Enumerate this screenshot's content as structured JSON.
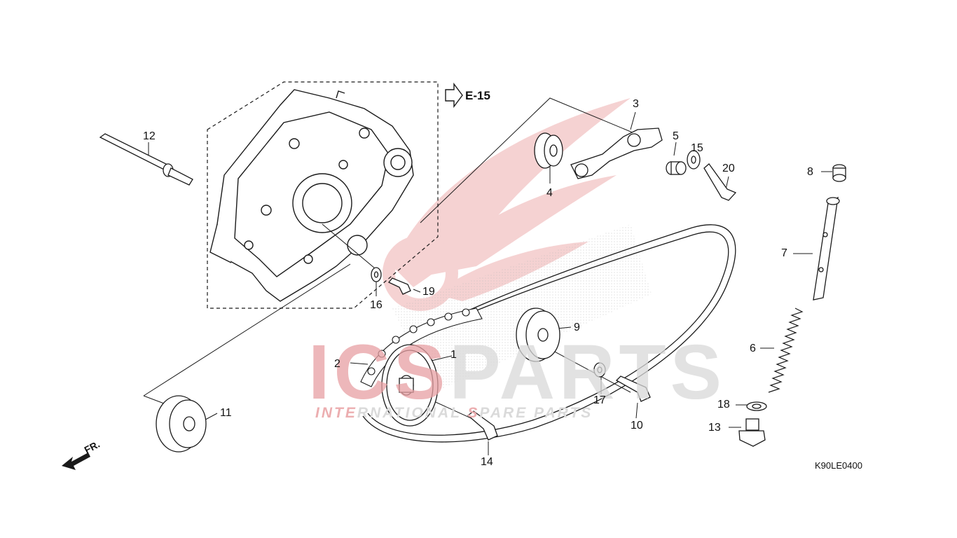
{
  "diagram": {
    "reference_label": "E-15",
    "drawing_code": "K90LE0400",
    "front_indicator": "FR.",
    "watermark": {
      "brand_red": "ICS",
      "brand_grey": "PARTS",
      "tagline_red_1": "INTE",
      "tagline_grey_1": "RNATIONAL ",
      "tagline_red_2": "S",
      "tagline_grey_2": "PARE PARTS"
    },
    "callouts": [
      "1",
      "2",
      "3",
      "4",
      "5",
      "6",
      "7",
      "8",
      "9",
      "10",
      "11",
      "12",
      "13",
      "14",
      "15",
      "16",
      "17",
      "18",
      "19",
      "20"
    ]
  },
  "colors": {
    "line": "#1a1a1a",
    "watermark_red": "#e8a0a3",
    "watermark_grey": "#d9d9d9"
  }
}
